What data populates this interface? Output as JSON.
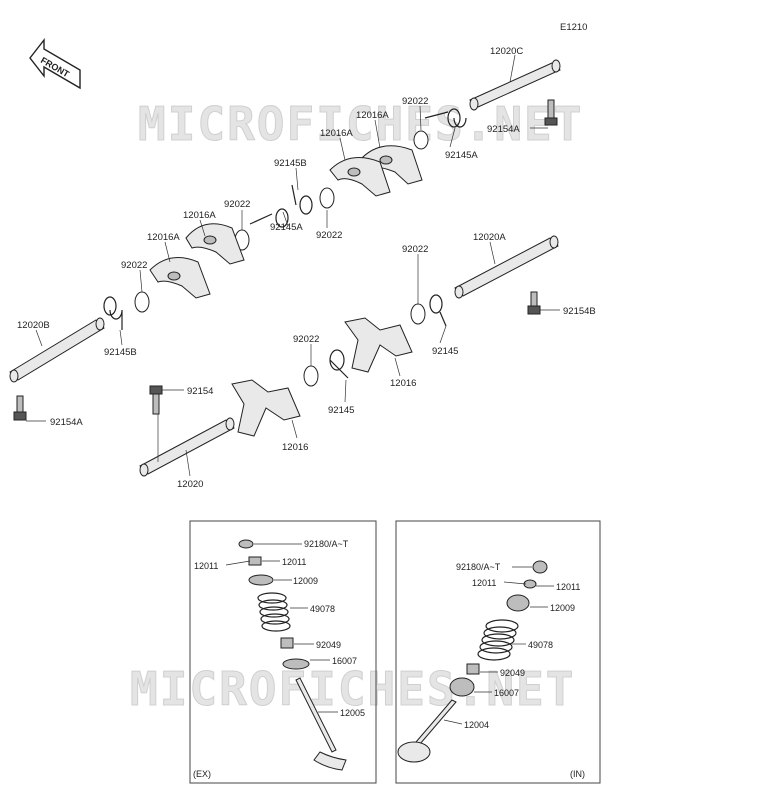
{
  "diagram_code": "E1210",
  "front_badge": "FRONT",
  "watermark": "MICROFICHES.NET",
  "callouts": {
    "c12020C": "12020C",
    "c92154A_top": "92154A",
    "c92022_a": "92022",
    "c92145A_a": "92145A",
    "c12016A_a": "12016A",
    "c12016A_b": "12016A",
    "c92145B_a": "92145B",
    "c92022_b": "92022",
    "c92022_c": "92022",
    "c12016A_c": "12016A",
    "c92145A_b": "92145A",
    "c12016A_d": "12016A",
    "c92022_d": "92022",
    "c12020A": "12020A",
    "c92022_e": "92022",
    "c12020B": "12020B",
    "c92145B_b": "92145B",
    "c92154B": "92154B",
    "c92145": "92145",
    "c92022_f": "92022",
    "c12016_a": "12016",
    "c92154": "92154",
    "c92145_b": "92145",
    "c92154A_left": "92154A",
    "c12016_b": "12016",
    "c12020": "12020"
  },
  "ex_box": {
    "tag": "(EX)",
    "labels": {
      "l92180": "92180/A~T",
      "l12011_l": "12011",
      "l12011_r": "12011",
      "l12009": "12009",
      "l49078": "49078",
      "l92049": "92049",
      "l16007": "16007",
      "l12005": "12005"
    }
  },
  "in_box": {
    "tag": "(IN)",
    "labels": {
      "l92180": "92180/A~T",
      "l12011_l": "12011",
      "l12011_r": "12011",
      "l12009": "12009",
      "l49078": "49078",
      "l92049": "92049",
      "l16007": "16007",
      "l12004": "12004"
    }
  }
}
